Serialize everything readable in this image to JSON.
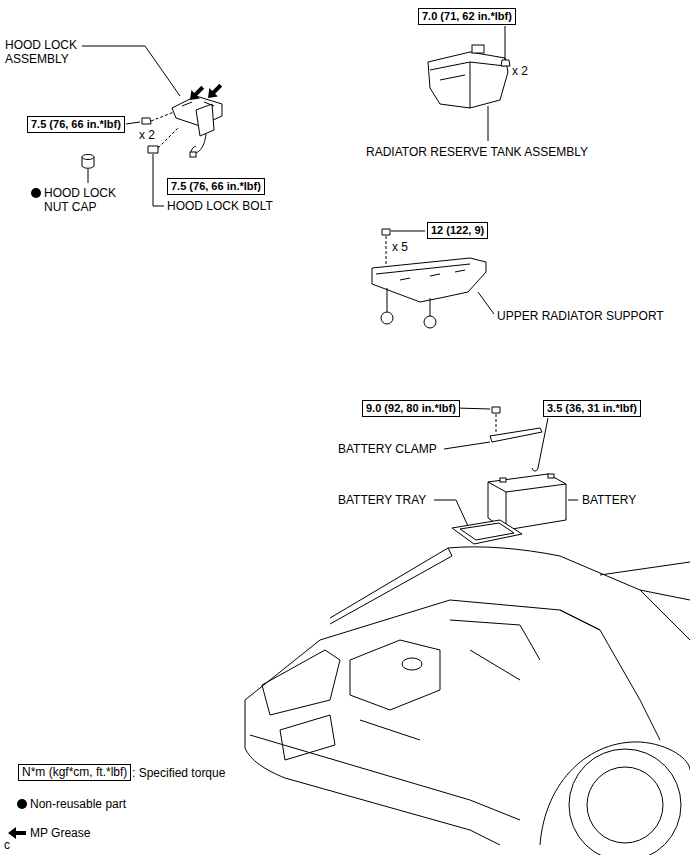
{
  "diagram": {
    "nodes": [
      {
        "text": [
          "7.0 (71, 62 in.*lbf)"
        ]
      },
      {
        "text": [
          "7.5 (76, 66 in.*lbf)"
        ]
      },
      {
        "text": [
          "7.5 (76, 66 in.*lbf)"
        ]
      },
      {
        "text": [
          "12 (122, 9)"
        ]
      },
      {
        "text": [
          "9.0 (92, 80 in.*lbf)"
        ]
      },
      {
        "text": [
          "3.5 (36, 31 in.*lbf)"
        ]
      },
      {
        "text": [
          "N*m (kgf*cm, ft.*lbf)"
        ]
      }
    ],
    "labels": [
      "HOOD LOCK ASSEMBLY",
      "x 2",
      "RADIATOR RESERVE TANK ASSEMBLY",
      "x 2",
      "HOOD LOCK NUT CAP",
      "HOOD LOCK BOLT",
      "x 5",
      "UPPER RADIATOR SUPPORT",
      "BATTERY CLAMP",
      "BATTERY TRAY",
      "BATTERY",
      "c"
    ],
    "legend": [
      {
        "text": ": Specified torque"
      },
      {
        "text": "Non-reusable part"
      },
      {
        "text": "MP Grease"
      }
    ]
  }
}
